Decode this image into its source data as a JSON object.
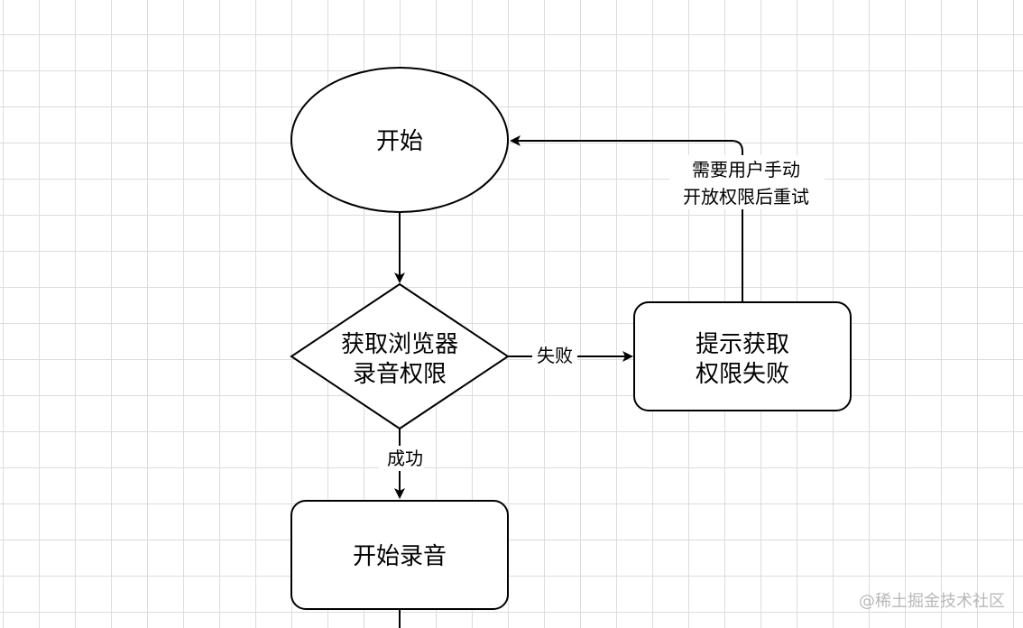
{
  "nodes": {
    "start": {
      "label": "开始"
    },
    "check": {
      "line1": "获取浏览器",
      "line2": "录音权限"
    },
    "fail_notice": {
      "line1": "提示获取",
      "line2": "权限失败"
    },
    "record": {
      "label": "开始录音"
    }
  },
  "edges": {
    "start_to_check": {},
    "check_to_fail": {
      "label": "失败"
    },
    "check_to_record": {
      "label": "成功"
    },
    "fail_to_start": {
      "line1": "需要用户手动",
      "line2": "开放权限后重试"
    },
    "record_out": {}
  },
  "watermark": "@稀土掘金技术社区",
  "colors": {
    "stroke": "#000000",
    "fill": "#ffffff",
    "grid": "#dcdcdc",
    "watermark": "#b8b8b8"
  }
}
